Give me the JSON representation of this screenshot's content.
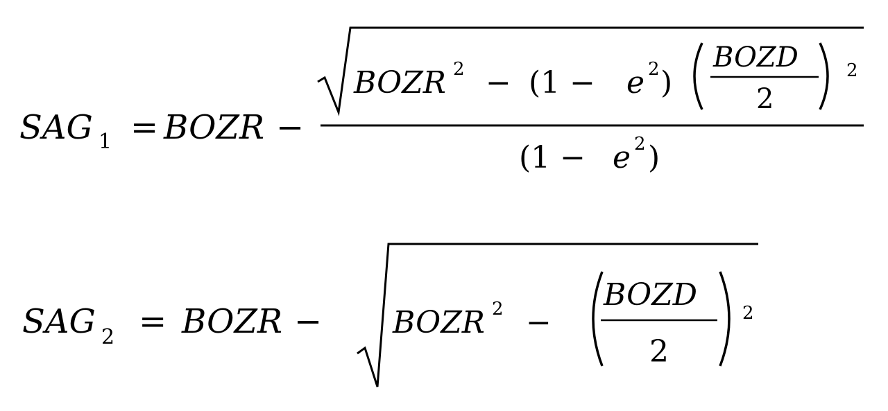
{
  "equations": {
    "sag1": {
      "lhs": "SAG",
      "lhs_sub": "1",
      "eq": "=",
      "bozr": "BOZR",
      "minus": "−",
      "num_bozr": "BOZR",
      "num_bozr_sup": "2",
      "num_minus": "−",
      "num_open": "(1 −",
      "num_e": "e",
      "num_e_sup": "2",
      "num_close": ")",
      "frac_num": "BOZD",
      "frac_den": "2",
      "outer_sup": "2",
      "den_open": "(1 −",
      "den_e": "e",
      "den_e_sup": "2",
      "den_close": ")"
    },
    "sag2": {
      "lhs": "SAG",
      "lhs_sub": "2",
      "eq": "=",
      "bozr": "BOZR",
      "minus": "−",
      "rad_bozr": "BOZR",
      "rad_bozr_sup": "2",
      "rad_minus": "−",
      "frac_num": "BOZD",
      "frac_den": "2",
      "outer_sup": "2"
    }
  }
}
